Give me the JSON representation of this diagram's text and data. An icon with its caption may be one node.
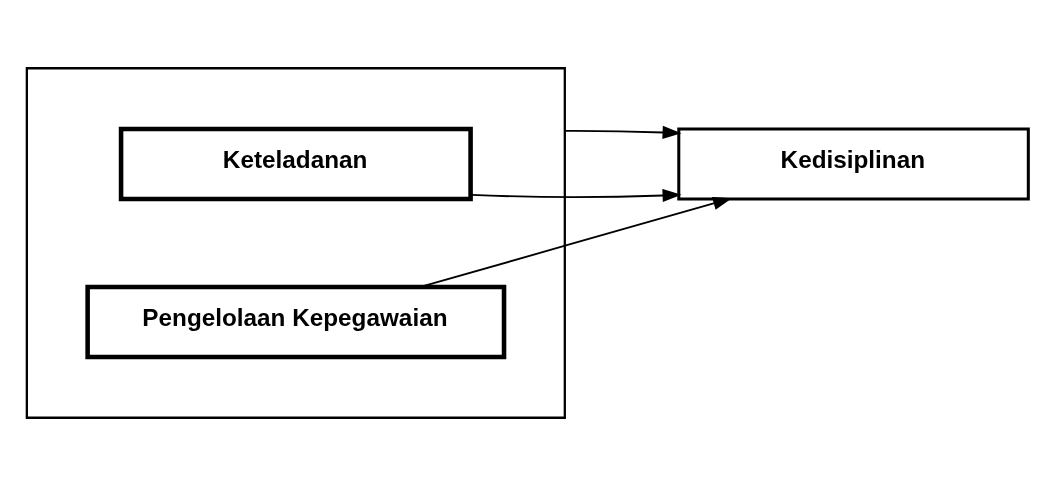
{
  "diagram": {
    "nodes": [
      {
        "text": [],
        "shape": "box"
      },
      {
        "text": [
          "Keteladanan"
        ],
        "in": 0
      },
      {
        "text": [
          "Pengelolaan Kepegawaian"
        ],
        "in": 0
      },
      {
        "text": [
          "Kedisiplinan"
        ]
      }
    ],
    "edges": [
      {
        "from": 1,
        "to": 3,
        "arrow": "to"
      },
      {
        "from": 0,
        "to": 3,
        "arrow": "to"
      },
      {
        "from": 2,
        "to": 3,
        "arrow": "to"
      }
    ]
  }
}
